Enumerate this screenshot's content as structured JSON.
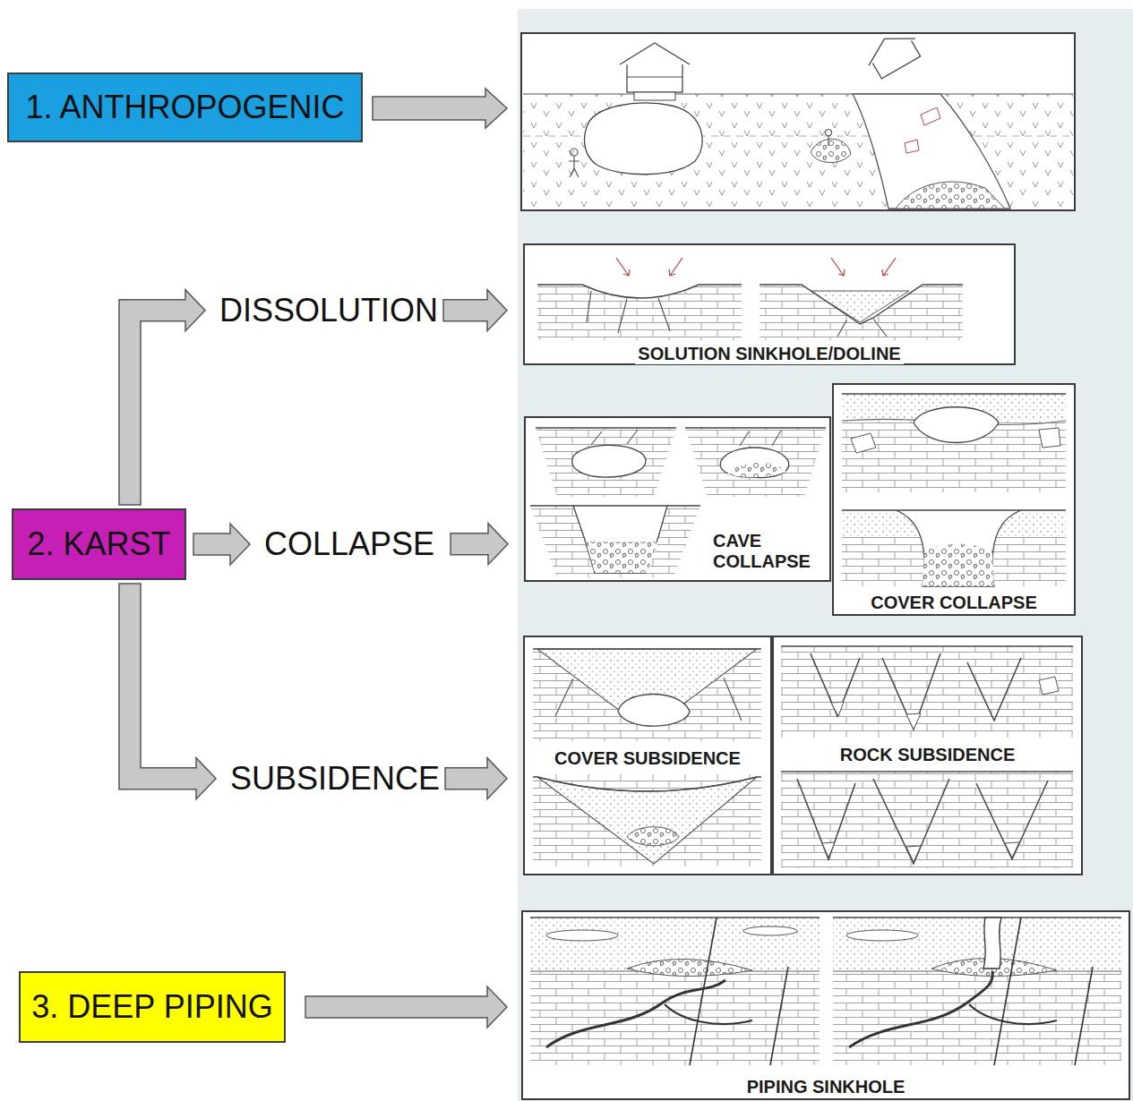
{
  "diagram": {
    "nodes": [
      {
        "text": [
          "1. ANTHROPOGENIC"
        ]
      },
      {
        "text": [
          "2. KARST"
        ]
      },
      {
        "text": [
          "DISSOLUTION"
        ]
      },
      {
        "text": [
          "COLLAPSE"
        ]
      },
      {
        "text": [
          "SUBSIDENCE"
        ]
      },
      {
        "text": [
          "3. DEEP PIPING"
        ]
      },
      {
        "text": [
          "SOLUTION SINKHOLE/DOLINE"
        ]
      },
      {
        "text": [
          "CAVE COLLAPSE"
        ]
      },
      {
        "text": [
          "COVER COLLAPSE"
        ]
      },
      {
        "text": [
          "COVER SUBSIDENCE"
        ]
      },
      {
        "text": [
          "ROCK SUBSIDENCE"
        ]
      },
      {
        "text": [
          "PIPING SINKHOLE"
        ]
      }
    ],
    "edges": [
      {
        "from": 1,
        "to": 2,
        "arrow": "to"
      },
      {
        "from": 1,
        "to": 3,
        "arrow": "to"
      },
      {
        "from": 1,
        "to": 4,
        "arrow": "to"
      },
      {
        "from": 2,
        "to": 6,
        "arrow": "to"
      },
      {
        "from": 3,
        "to": 7,
        "arrow": "to"
      },
      {
        "from": 4,
        "to": 9,
        "arrow": "to"
      },
      {
        "from": 5,
        "to": 11,
        "arrow": "to"
      }
    ]
  }
}
